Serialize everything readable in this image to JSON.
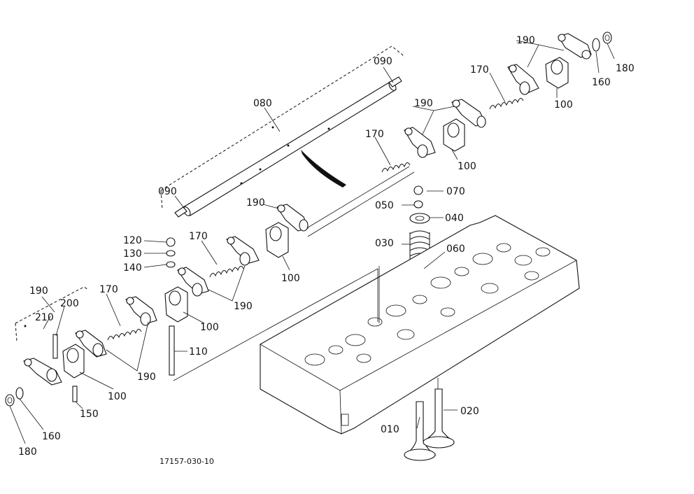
{
  "drawing_number": "17157-030-10",
  "labels": [
    {
      "id": "l-090-top",
      "text": "090"
    },
    {
      "id": "l-080",
      "text": "080"
    },
    {
      "id": "l-090-left",
      "text": "090"
    },
    {
      "id": "l-190-tr",
      "text": "190"
    },
    {
      "id": "l-180-tr",
      "text": "180"
    },
    {
      "id": "l-160-tr",
      "text": "160"
    },
    {
      "id": "l-170-tr",
      "text": "170"
    },
    {
      "id": "l-100-tr",
      "text": "100"
    },
    {
      "id": "l-190-mr",
      "text": "190"
    },
    {
      "id": "l-170-mr",
      "text": "170"
    },
    {
      "id": "l-100-mr",
      "text": "100"
    },
    {
      "id": "l-070",
      "text": "070"
    },
    {
      "id": "l-050",
      "text": "050"
    },
    {
      "id": "l-040",
      "text": "040"
    },
    {
      "id": "l-030",
      "text": "030"
    },
    {
      "id": "l-060",
      "text": "060"
    },
    {
      "id": "l-190-c",
      "text": "190"
    },
    {
      "id": "l-100-c",
      "text": "100"
    },
    {
      "id": "l-170-c",
      "text": "170"
    },
    {
      "id": "l-120",
      "text": "120"
    },
    {
      "id": "l-130",
      "text": "130"
    },
    {
      "id": "l-140",
      "text": "140"
    },
    {
      "id": "l-190-cl",
      "text": "190"
    },
    {
      "id": "l-100-cl",
      "text": "100"
    },
    {
      "id": "l-110",
      "text": "110"
    },
    {
      "id": "l-190-l",
      "text": "190"
    },
    {
      "id": "l-200",
      "text": "200"
    },
    {
      "id": "l-210",
      "text": "210"
    },
    {
      "id": "l-170-l",
      "text": "170"
    },
    {
      "id": "l-190-bl",
      "text": "190"
    },
    {
      "id": "l-100-bl",
      "text": "100"
    },
    {
      "id": "l-150",
      "text": "150"
    },
    {
      "id": "l-160-bl",
      "text": "160"
    },
    {
      "id": "l-180-bl",
      "text": "180"
    },
    {
      "id": "l-010",
      "text": "010"
    },
    {
      "id": "l-020",
      "text": "020"
    }
  ],
  "colors": {
    "ink": "#111111",
    "paper": "#ffffff"
  }
}
